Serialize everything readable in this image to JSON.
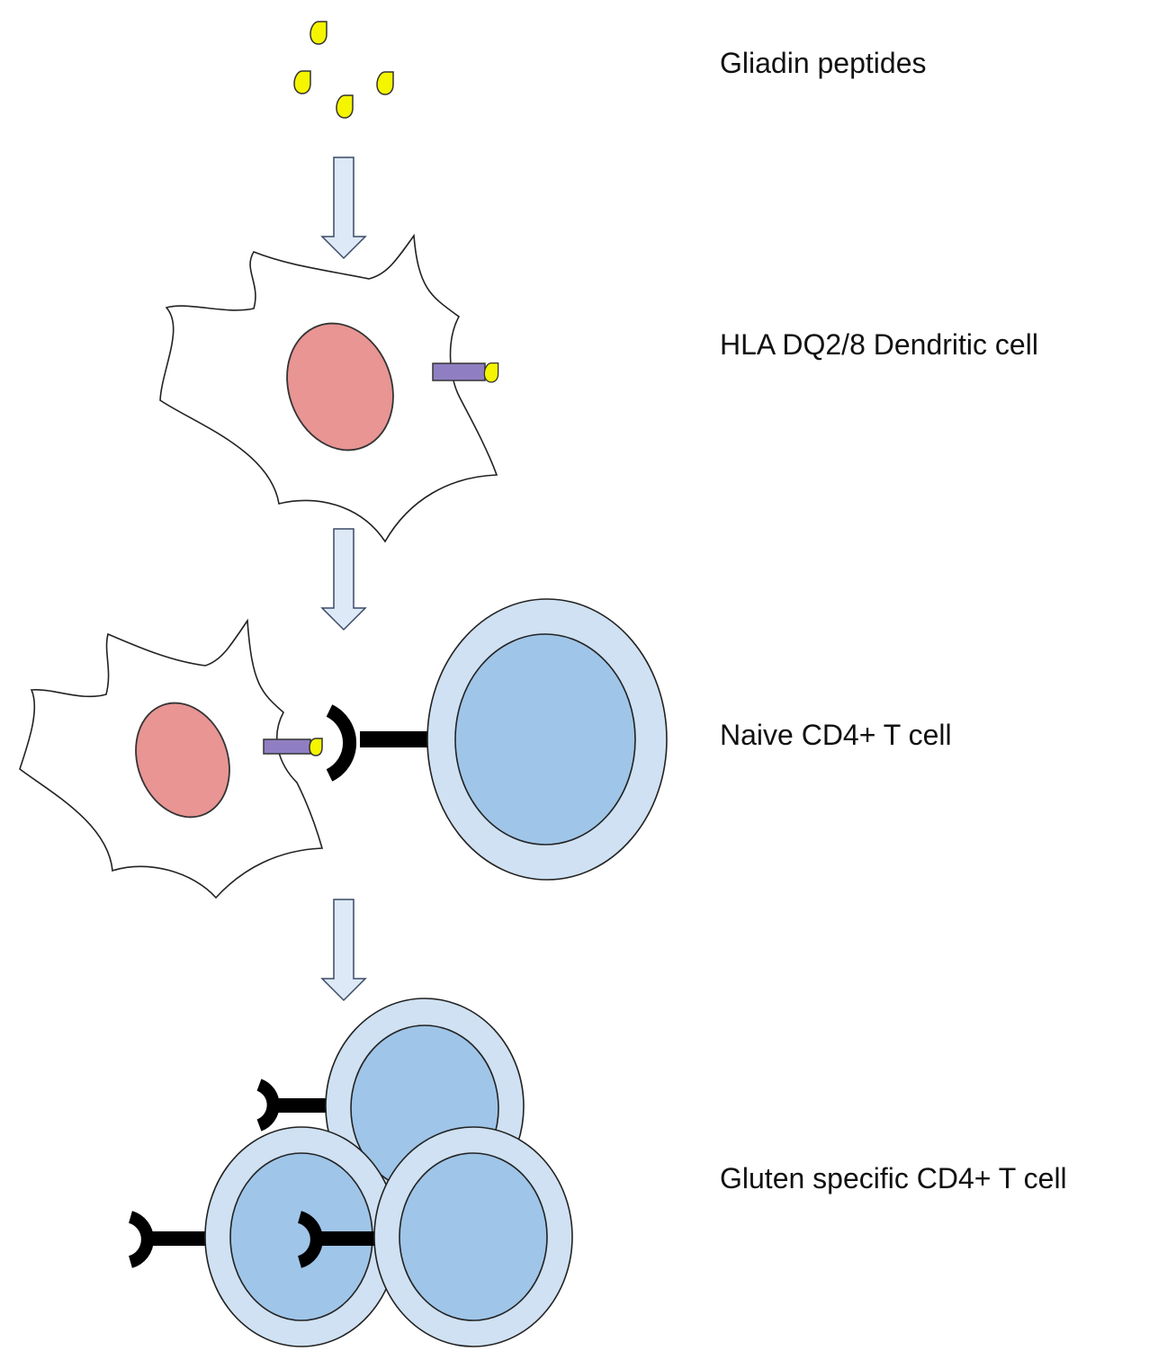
{
  "labels": {
    "gliadin": "Gliadin peptides",
    "dendritic": "HLA DQ2/8 Dendritic cell",
    "naive": "Naive CD4+ T cell",
    "gluten": "Gluten specific CD4+ T cell"
  },
  "colors": {
    "peptide": "#f5f500",
    "nucleus": "#e89594",
    "mhc": "#8f7fc2",
    "arrow": "#dde9f6",
    "tcell_outer": "#cfe1f2",
    "tcell_inner": "#9fc5e8",
    "receptor": "#000000"
  }
}
